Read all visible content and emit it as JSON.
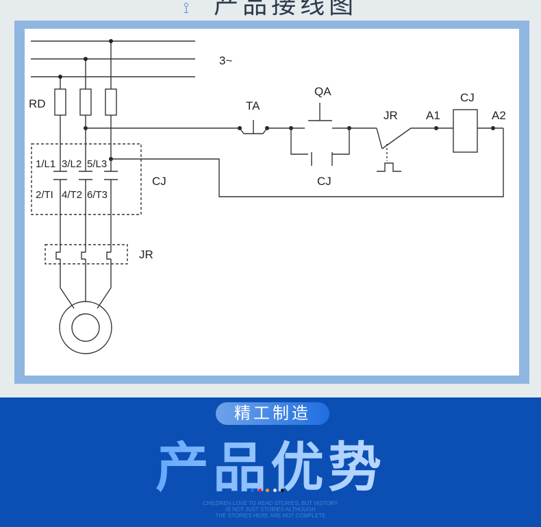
{
  "header": {
    "title": "产品接线图"
  },
  "diagram": {
    "labels": {
      "supply": "3~",
      "fuse": "RD",
      "ta": "TA",
      "qa": "QA",
      "jr_ctrl": "JR",
      "a1": "A1",
      "coil": "CJ",
      "a2": "A2",
      "contact_cj": "CJ",
      "main_cj": "CJ",
      "thermal": "JR",
      "l1": "1/L1",
      "l2": "3/L2",
      "l3": "5/L3",
      "t1": "2/TI",
      "t2": "4/T2",
      "t3": "6/T3"
    }
  },
  "banner": {
    "pill": "精工制造",
    "title": "产品优势",
    "slogan": [
      "CHILDREN LOVE TO READ STORIES, BUT HISTORY",
      "IS NOT JUST STORIES ALTHOUGH",
      "THE STORIES HERE ARE NOT COMPLETE"
    ],
    "dot_colors": [
      "#1a6fe0",
      "#e8202a",
      "#e8a020",
      "#f0f0f0",
      "#111111"
    ]
  }
}
